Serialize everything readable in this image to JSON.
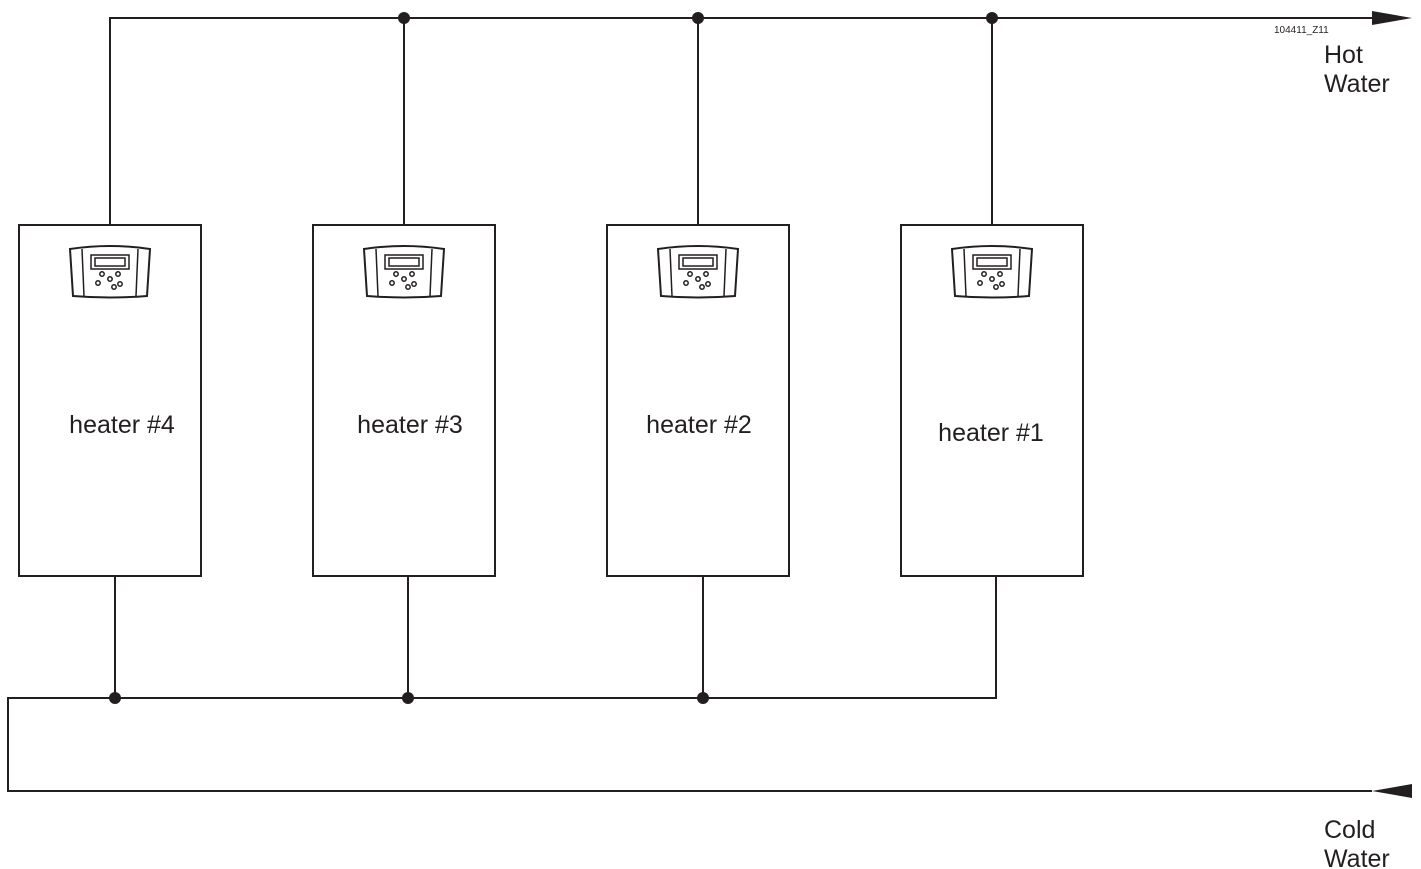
{
  "reference_code": "104411_Z11",
  "outlets": {
    "hot": [
      "Hot",
      "Water"
    ],
    "cold": [
      "Cold",
      "Water"
    ]
  },
  "heaters": [
    {
      "label": "heater #4"
    },
    {
      "label": "heater #3"
    },
    {
      "label": "heater #2"
    },
    {
      "label": "heater #1"
    }
  ],
  "colors": {
    "line": "#231f20",
    "background": "#ffffff"
  }
}
